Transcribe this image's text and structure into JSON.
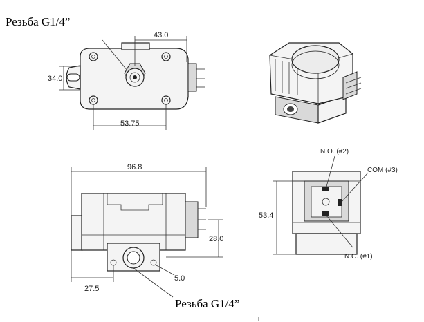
{
  "labels": {
    "thread_top": "Резьба G1/4”",
    "thread_bottom": "Резьба G1/4”"
  },
  "dimensions": {
    "top_width": "43.0",
    "top_height": "34.0",
    "top_bottom_width": "53.75",
    "front_width": "96.8",
    "front_height": "28.0",
    "front_hole": "5.0",
    "front_offset": "27.5",
    "side_height": "53.4"
  },
  "pins": {
    "no": "N.O. (#2)",
    "com": "COM (#3)",
    "nc": "N.C. (#1)"
  }
}
